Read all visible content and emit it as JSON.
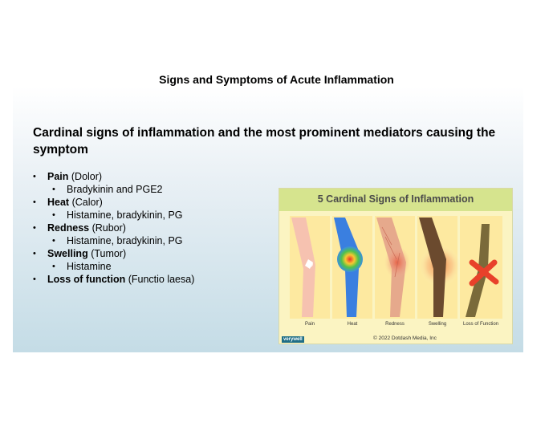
{
  "slide": {
    "title": "Signs and Symptoms of Acute Inflammation",
    "heading": "Cardinal signs of inflammation and the most prominent mediators causing the symptom"
  },
  "signs": [
    {
      "name": "Pain",
      "latin": "(Dolor)",
      "mediator": "Bradykinin and PGE2"
    },
    {
      "name": "Heat",
      "latin": "(Calor)",
      "mediator": "Histamine, bradykinin, PG"
    },
    {
      "name": "Redness",
      "latin": "(Rubor)",
      "mediator": "Histamine, bradykinin, PG"
    },
    {
      "name": "Swelling",
      "latin": "(Tumor)",
      "mediator": "Histamine"
    },
    {
      "name": "Loss of function",
      "latin": "(Functio laesa)"
    }
  ],
  "figure": {
    "title": "5 Cardinal Signs of Inflammation",
    "panel_labels": [
      "Pain",
      "Heat",
      "Redness",
      "Swelling",
      "Loss of Function"
    ],
    "logo": "verywell",
    "copyright": "© 2022 Dotdash Media, Inc"
  }
}
